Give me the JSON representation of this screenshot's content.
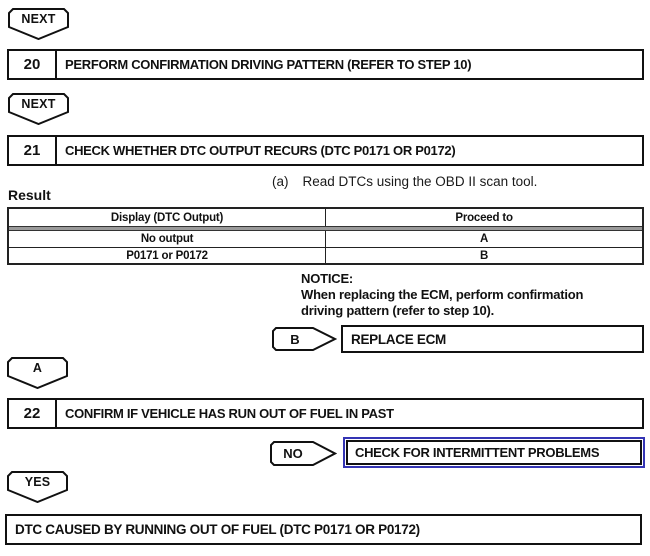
{
  "flow": {
    "connector_next_1": "NEXT",
    "step_20": {
      "number": "20",
      "title": "PERFORM CONFIRMATION DRIVING PATTERN (REFER TO STEP 10)"
    },
    "connector_next_2": "NEXT",
    "step_21": {
      "number": "21",
      "title": "CHECK WHETHER DTC OUTPUT RECURS (DTC P0171 OR P0172)"
    },
    "instruction": {
      "index": "(a)",
      "text": "Read DTCs using the OBD II scan tool."
    },
    "result_label": "Result",
    "result_table": {
      "headers": [
        "Display (DTC Output)",
        "Proceed to"
      ],
      "rows": [
        [
          "No output",
          "A"
        ],
        [
          "P0171 or P0172",
          "B"
        ]
      ]
    },
    "notice": {
      "label": "NOTICE:",
      "lines": [
        "When replacing the ECM, perform confirmation",
        "driving pattern (refer to step 10)."
      ]
    },
    "branch_b": {
      "label": "B",
      "action": "REPLACE ECM"
    },
    "connector_a": "A",
    "step_22": {
      "number": "22",
      "title": "CONFIRM IF VEHICLE HAS RUN OUT OF FUEL IN PAST"
    },
    "branch_no": {
      "label": "NO",
      "action": "CHECK FOR INTERMITTENT PROBLEMS"
    },
    "connector_yes": "YES",
    "final_result": "DTC CAUSED BY RUNNING OUT OF FUEL (DTC P0171 OR P0172)"
  },
  "colors": {
    "line_black": "#111111",
    "link_border_blue": "#3434b4",
    "table_band_gray": "#9a9a9a"
  }
}
